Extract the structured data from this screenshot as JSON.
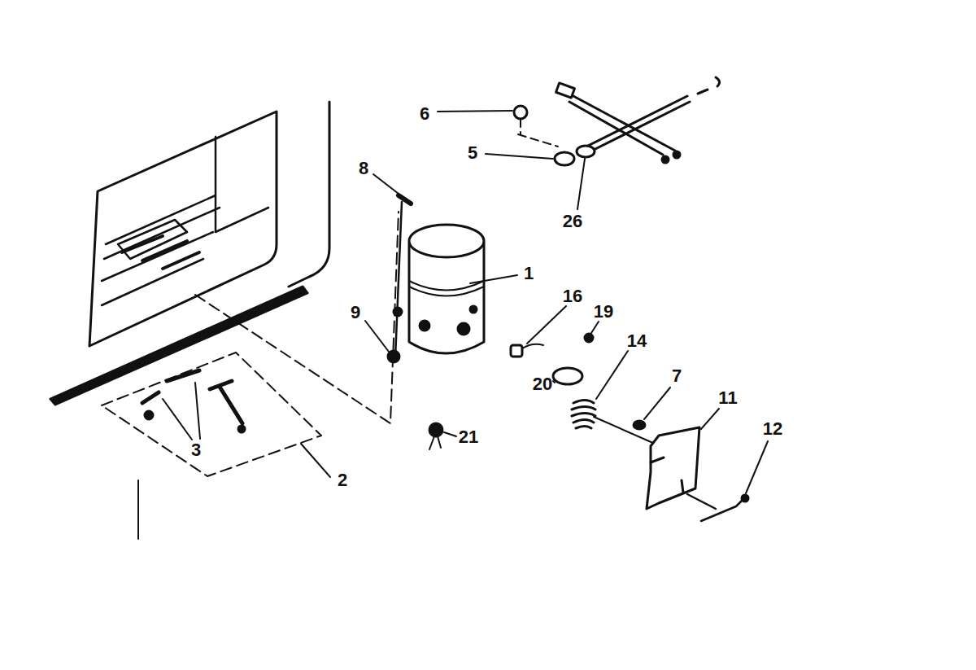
{
  "diagram": {
    "labels": [
      "6",
      "5",
      "26",
      "8",
      "1",
      "16",
      "19",
      "9",
      "14",
      "20",
      "7",
      "11",
      "12",
      "21",
      "3",
      "2"
    ]
  }
}
